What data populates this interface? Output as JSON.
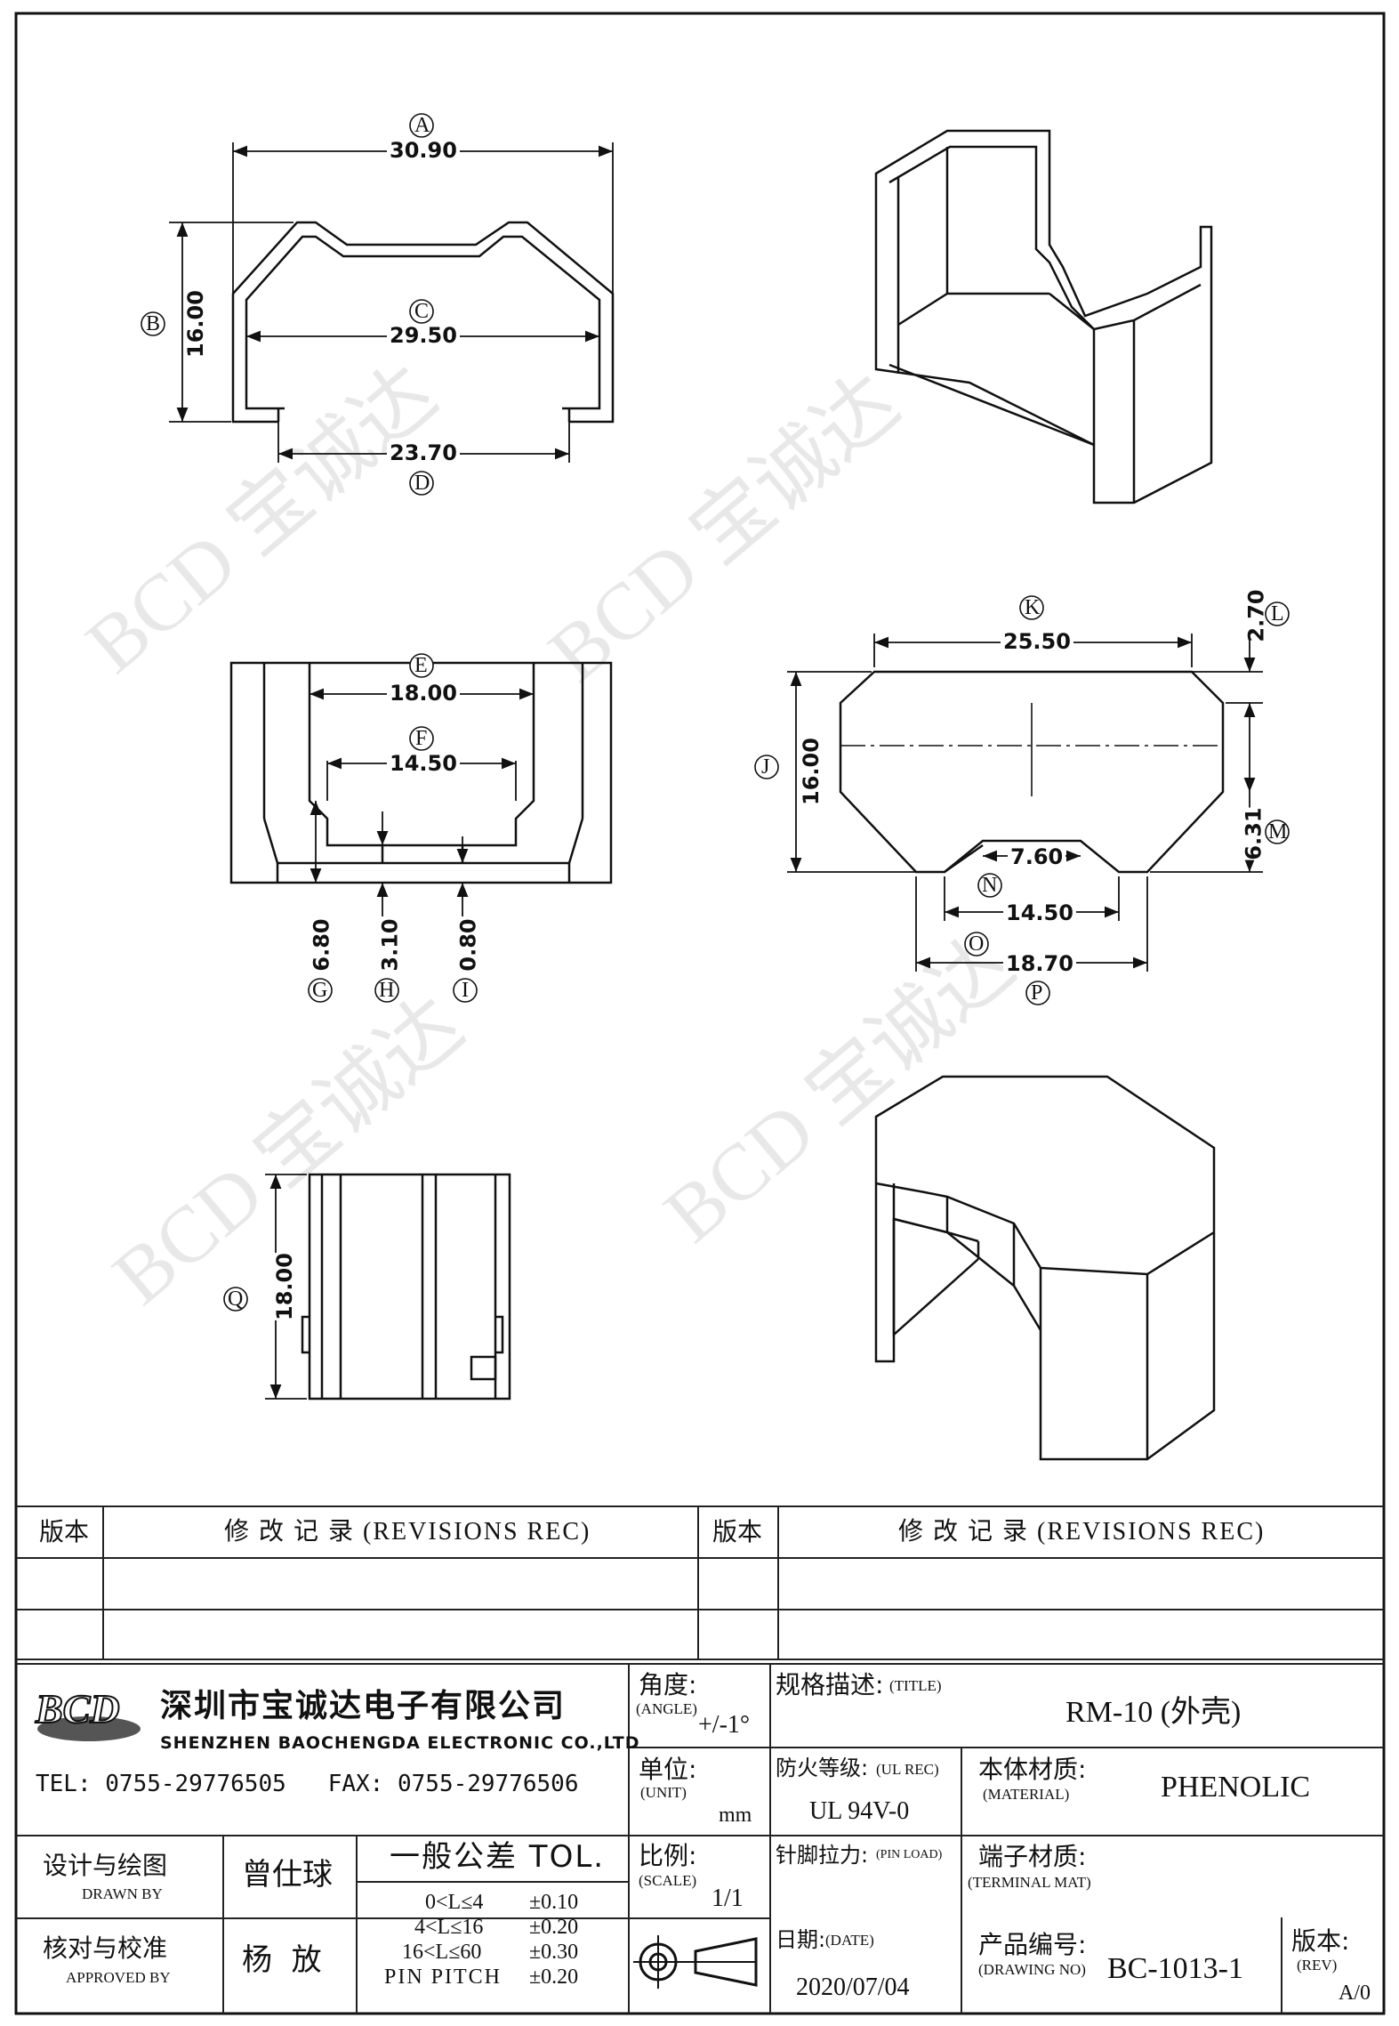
{
  "drawing": {
    "dimensions": {
      "A": "30.90",
      "B": "16.00",
      "C": "29.50",
      "D": "23.70",
      "E": "18.00",
      "F": "14.50",
      "G": "6.80",
      "H": "3.10",
      "I": "0.80",
      "J": "16.00",
      "K": "25.50",
      "L": "2.70",
      "M": "6.31",
      "N": "7.60",
      "O": "14.50",
      "P": "18.70",
      "Q": "18.00"
    },
    "watermark": "BCD 宝诚达"
  },
  "revisions": {
    "left": {
      "rev_header": "版本",
      "rec_header": "修 改 记 录 (REVISIONS REC)"
    },
    "right": {
      "rev_header": "版本",
      "rec_header": "修 改 记 录 (REVISIONS REC)"
    }
  },
  "title_block": {
    "logo": "BCD",
    "company_cn": "深圳市宝诚达电子有限公司",
    "company_en": "SHENZHEN BAOCHENGDA ELECTRONIC CO.,LTD",
    "contact": "TEL: 0755-29776505   FAX: 0755-29776506",
    "angle_label": "角度:",
    "angle_label_en": "(ANGLE)",
    "angle_value": "+/-1°",
    "title_label": "规格描述:",
    "title_label_en": "(TITLE)",
    "title_value": "RM-10 (外壳)",
    "unit_label": "单位:",
    "unit_label_en": "(UNIT)",
    "unit_value": "mm",
    "ul_label": "防火等级:",
    "ul_label_en": "(UL REC)",
    "ul_value": "UL 94V-0",
    "material_label": "本体材质:",
    "material_label_en": "(MATERIAL)",
    "material_value": "PHENOLIC",
    "drawn_label": "设计与绘图",
    "drawn_label_en": "DRAWN BY",
    "drawn_value": "曾仕球",
    "tol_header": "一般公差 TOL.",
    "tol_rows": [
      {
        "range": "0<L≤4",
        "value": "±0.10"
      },
      {
        "range": "4<L≤16",
        "value": "±0.20"
      },
      {
        "range": "16<L≤60",
        "value": "±0.30"
      },
      {
        "range": "PIN PITCH",
        "value": "±0.20"
      }
    ],
    "scale_label": "比例:",
    "scale_label_en": "(SCALE)",
    "scale_value": "1/1",
    "pin_label": "针脚拉力:",
    "pin_label_en": "(PIN LOAD)",
    "terminal_label": "端子材质:",
    "terminal_label_en": "(TERMINAL MAT)",
    "approved_label": "核对与校准",
    "approved_label_en": "APPROVED BY",
    "approved_value": "杨  放",
    "date_label": "日期:",
    "date_label_en": "(DATE)",
    "date_value": "2020/07/04",
    "drawing_no_label": "产品编号:",
    "drawing_no_label_en": "(DRAWING NO)",
    "drawing_no_value": "BC-1013-1",
    "rev_label": "版本:",
    "rev_label_en": "(REV)",
    "rev_value": "A/0"
  }
}
